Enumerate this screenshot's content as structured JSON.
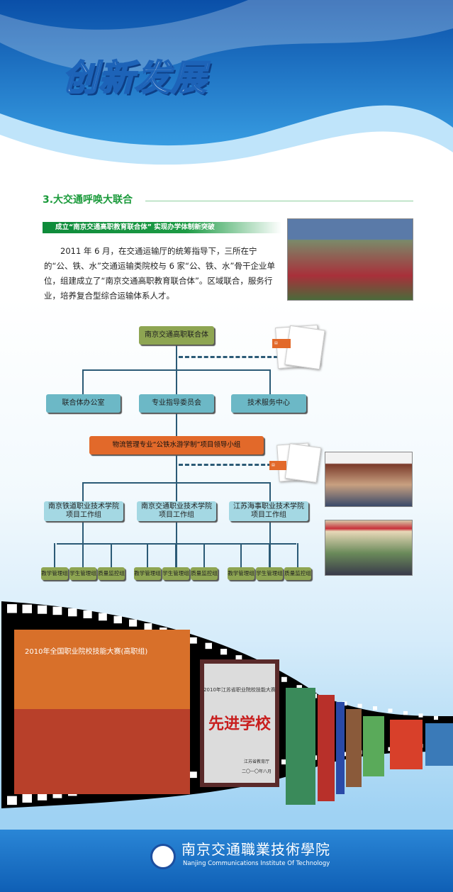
{
  "header": {
    "title": "创新发展"
  },
  "section": {
    "heading": "3.大交通呼唤大联合",
    "banner": "成立“南京交通高职教育联合体” 实现办学体制新突破",
    "paragraph": "2011 年 6 月，在交通运输厅的统筹指导下，三所在宁的“公、铁、水”交通运输类院校与 6 家“公、铁、水”骨干企业单位，组建成立了“南京交通高职教育联合体”。区域联合，服务行业，培养复合型综合运输体系人才。"
  },
  "org_chart": {
    "root": "南京交通高职联合体",
    "level2": [
      "联合体办公室",
      "专业指导委员会",
      "技术服务中心"
    ],
    "leader": "物流管理专业“公铁水游学制”项目领导小组",
    "schools": [
      {
        "name": "南京铁道职业技术学院",
        "sub": "项目工作组"
      },
      {
        "name": "南京交通职业技术学院",
        "sub": "项目工作组"
      },
      {
        "name": "江苏海事职业技术学院",
        "sub": "项目工作组"
      }
    ],
    "groups": [
      "教学管理组",
      "学生管理组",
      "质量监控组"
    ]
  },
  "film": {
    "banner1": "2010年全国职业院校技能大赛(高职组)",
    "plaque_title": "2010年江苏省职业院校技能大赛",
    "plaque_main": "先进学校",
    "plaque_org": "江苏省教育厅",
    "plaque_date": "二〇一〇年八月"
  },
  "footer": {
    "name_cn": "南京交通職業技術學院",
    "name_en": "Nanjing Communications Institute Of Technology"
  },
  "colors": {
    "green": "#1a9a3a",
    "olive": "#8ea552",
    "teal": "#6cb8c6",
    "orange": "#e2692a",
    "blue": "#1d63b8"
  }
}
